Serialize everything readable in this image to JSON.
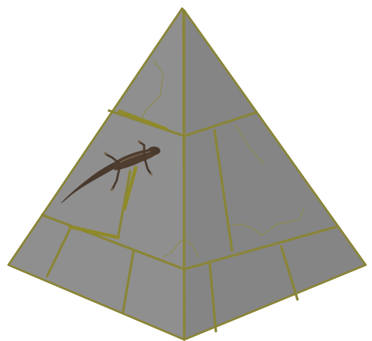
{
  "scene": {
    "background_color": "#ffffff",
    "stone_color": "#8a8a8a",
    "stone_light_color": "#8f8f8f",
    "stone_dark_color": "#858585",
    "seam_color": "#8a8536",
    "crack_color": "#8b8a4a",
    "lizard_color": "#4a3a2e",
    "lizard_belly_color": "#7a6650"
  },
  "pyramid": {
    "faces": [
      "left-face",
      "right-face"
    ],
    "left_face_blocks": 8,
    "right_face_blocks": 7
  },
  "creature": {
    "icon": "lizard-icon"
  }
}
